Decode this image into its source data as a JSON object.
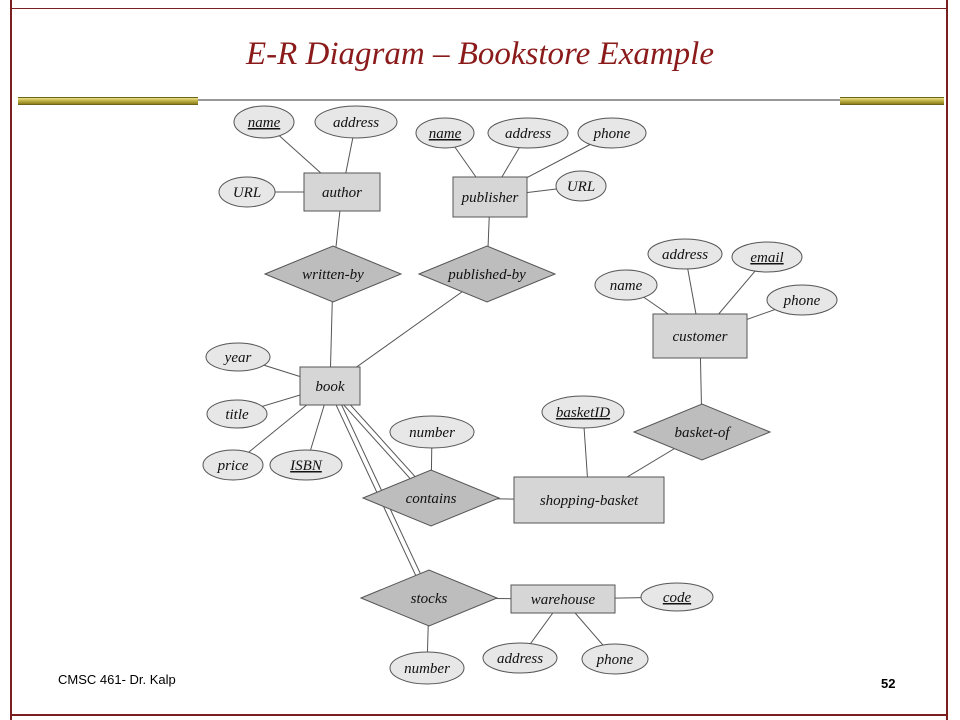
{
  "slide": {
    "title": "E-R Diagram – Bookstore Example",
    "footer_left": "CMSC 461- Dr. Kalp",
    "page_number": "52"
  },
  "diagram": {
    "entities": [
      {
        "id": "author",
        "label": "author"
      },
      {
        "id": "publisher",
        "label": "publisher"
      },
      {
        "id": "customer",
        "label": "customer"
      },
      {
        "id": "book",
        "label": "book"
      },
      {
        "id": "shopping-basket",
        "label": "shopping-basket"
      },
      {
        "id": "warehouse",
        "label": "warehouse"
      }
    ],
    "relationships": [
      {
        "id": "written-by",
        "label": "written-by"
      },
      {
        "id": "published-by",
        "label": "published-by"
      },
      {
        "id": "basket-of",
        "label": "basket-of"
      },
      {
        "id": "contains",
        "label": "contains"
      },
      {
        "id": "stocks",
        "label": "stocks"
      }
    ],
    "attributes": [
      {
        "id": "author-name",
        "label": "name",
        "owner": "author",
        "key": true
      },
      {
        "id": "author-address",
        "label": "address",
        "owner": "author",
        "key": false
      },
      {
        "id": "author-url",
        "label": "URL",
        "owner": "author",
        "key": false
      },
      {
        "id": "publisher-name",
        "label": "name",
        "owner": "publisher",
        "key": true
      },
      {
        "id": "publisher-address",
        "label": "address",
        "owner": "publisher",
        "key": false
      },
      {
        "id": "publisher-phone",
        "label": "phone",
        "owner": "publisher",
        "key": false
      },
      {
        "id": "publisher-url",
        "label": "URL",
        "owner": "publisher",
        "key": false
      },
      {
        "id": "customer-address",
        "label": "address",
        "owner": "customer",
        "key": false
      },
      {
        "id": "customer-email",
        "label": "email",
        "owner": "customer",
        "key": true
      },
      {
        "id": "customer-name",
        "label": "name",
        "owner": "customer",
        "key": false
      },
      {
        "id": "customer-phone",
        "label": "phone",
        "owner": "customer",
        "key": false
      },
      {
        "id": "book-year",
        "label": "year",
        "owner": "book",
        "key": false
      },
      {
        "id": "book-title",
        "label": "title",
        "owner": "book",
        "key": false
      },
      {
        "id": "book-price",
        "label": "price",
        "owner": "book",
        "key": false
      },
      {
        "id": "book-isbn",
        "label": "ISBN",
        "owner": "book",
        "key": true
      },
      {
        "id": "basket-id",
        "label": "basketID",
        "owner": "shopping-basket",
        "key": true
      },
      {
        "id": "contains-number",
        "label": "number",
        "owner": "contains",
        "key": false
      },
      {
        "id": "stocks-number",
        "label": "number",
        "owner": "stocks",
        "key": false
      },
      {
        "id": "warehouse-code",
        "label": "code",
        "owner": "warehouse",
        "key": true
      },
      {
        "id": "warehouse-address",
        "label": "address",
        "owner": "warehouse",
        "key": false
      },
      {
        "id": "warehouse-phone",
        "label": "phone",
        "owner": "warehouse",
        "key": false
      }
    ],
    "links": [
      {
        "from": "author",
        "to": "written-by"
      },
      {
        "from": "written-by",
        "to": "book"
      },
      {
        "from": "publisher",
        "to": "published-by"
      },
      {
        "from": "published-by",
        "to": "book"
      },
      {
        "from": "customer",
        "to": "basket-of"
      },
      {
        "from": "basket-of",
        "to": "shopping-basket"
      },
      {
        "from": "book",
        "to": "contains",
        "double": true
      },
      {
        "from": "contains",
        "to": "shopping-basket"
      },
      {
        "from": "book",
        "to": "stocks",
        "double": true
      },
      {
        "from": "stocks",
        "to": "warehouse"
      }
    ]
  }
}
